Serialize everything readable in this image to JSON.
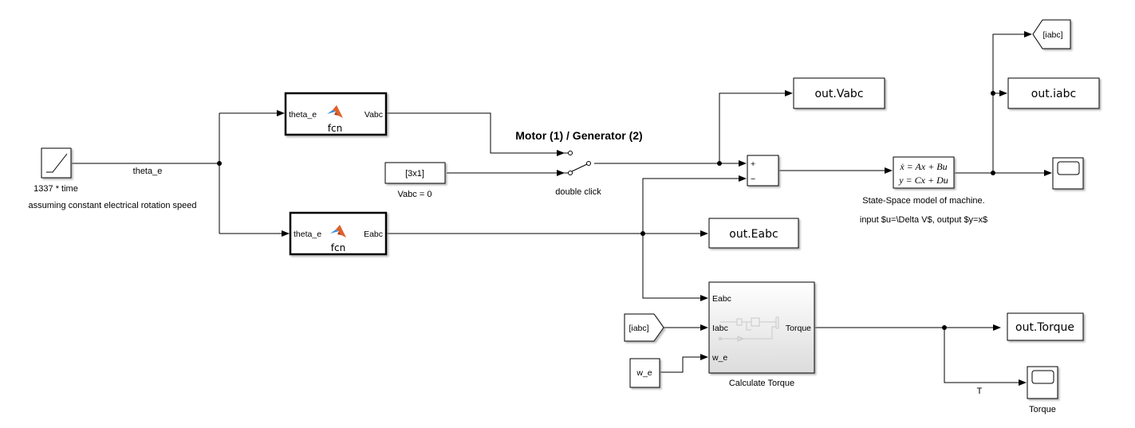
{
  "diagram": {
    "title_annotation": "Motor (1) / Generator (2)",
    "ramp": {
      "label": "1337 * time",
      "note": "assuming constant electrical rotation speed"
    },
    "signal_theta": "theta_e",
    "fcn_vabc": {
      "in": "theta_e",
      "out": "Vabc",
      "name": "fcn"
    },
    "fcn_eabc": {
      "in": "theta_e",
      "out": "Eabc",
      "name": "fcn"
    },
    "constant": {
      "value": "[3x1]",
      "label": "Vabc = 0"
    },
    "switch": {
      "label": "double click"
    },
    "sum": {
      "plus": "+",
      "minus": "−"
    },
    "to_ws_vabc": "out.Vabc",
    "to_ws_iabc": "out.iabc",
    "to_ws_eabc": "out.Eabc",
    "to_ws_torque": "out.Torque",
    "goto_iabc": "[iabc]",
    "from_iabc": "[iabc]",
    "from_we": "w_e",
    "state_space": {
      "eq1": "ẋ = Ax + Bu",
      "eq2": "y = Cx + Du",
      "label": "State-Space model of machine.",
      "note": "input $u=\\Delta V$, output $y=x$"
    },
    "subsystem": {
      "name": "Calculate Torque",
      "in1": "Eabc",
      "in2": "Iabc",
      "in3": "w_e",
      "out": "Torque"
    },
    "signal_T": "T",
    "scope_torque_label": "Torque"
  }
}
